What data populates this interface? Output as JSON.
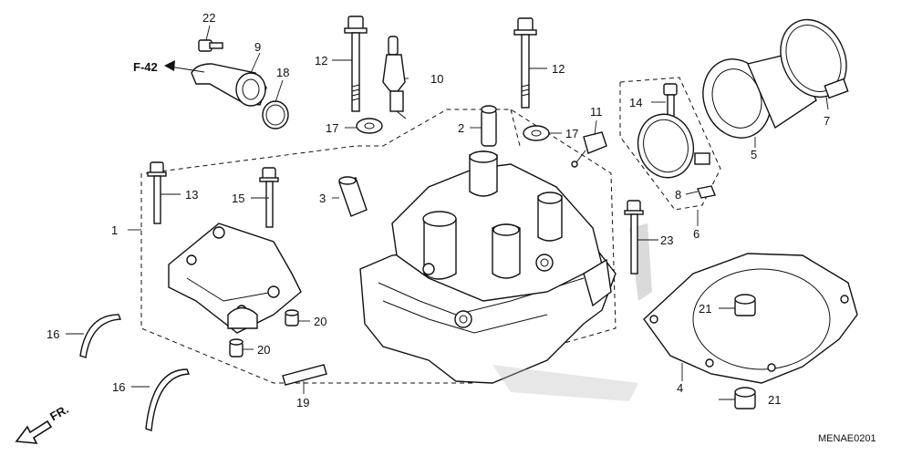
{
  "diagram_code": "MENAE0201",
  "reference": "F-42",
  "front_label": "FR.",
  "callouts": {
    "c1": "1",
    "c2": "2",
    "c3": "3",
    "c4": "4",
    "c5": "5",
    "c6": "6",
    "c7": "7",
    "c8": "8",
    "c9": "9",
    "c10": "10",
    "c11": "11",
    "c12a": "12",
    "c12b": "12",
    "c13": "13",
    "c14": "14",
    "c15": "15",
    "c16a": "16",
    "c16b": "16",
    "c17a": "17",
    "c17b": "17",
    "c18": "18",
    "c19": "19",
    "c20a": "20",
    "c20b": "20",
    "c21a": "21",
    "c21b": "21",
    "c22": "22",
    "c23": "23"
  },
  "icons": {
    "front_arrow": "arrow-front-left-icon",
    "reference_arrow": "arrow-left-icon"
  }
}
